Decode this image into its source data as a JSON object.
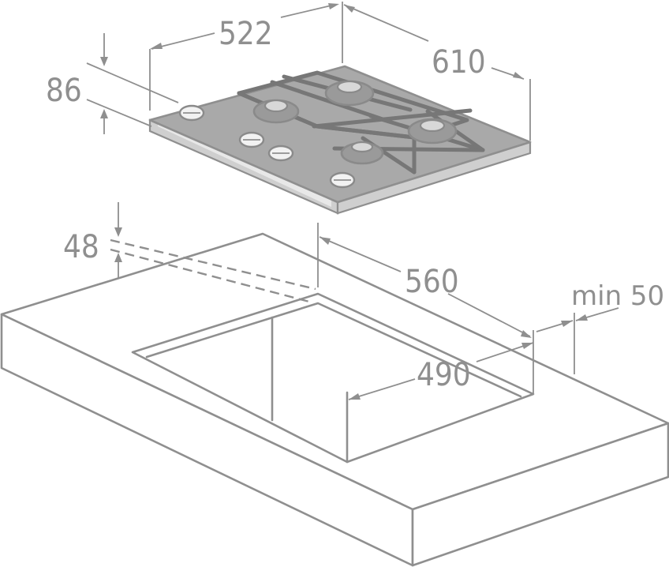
{
  "dimensions": {
    "hob_width": "522",
    "hob_depth": "610",
    "hob_height": "86",
    "cutout_depth": "560",
    "cutout_width": "490",
    "worktop_depth": "48",
    "rear_clearance": "min 50"
  },
  "colors": {
    "line": "#8f8f8f",
    "hob_glass": "#a9a9a9",
    "background": "#ffffff"
  }
}
